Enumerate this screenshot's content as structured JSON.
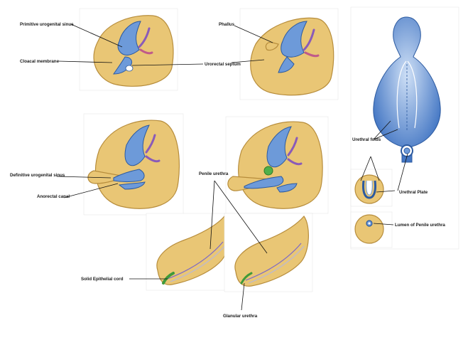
{
  "labels": {
    "primitive_urogenital_sinus": "Primitive urogenital sinus",
    "cloacal_membrane": "Cloacal membrane",
    "phallus": "Phallus",
    "urorectal_septum": "Urorectal septum",
    "definitive_urogenital_sinus": "Definitive urogenital sinus",
    "anorectal_canal": "Anorectal canal",
    "penile_urethra": "Penile urethra",
    "urethral_folds": "Urethral folds",
    "urethral_plate": "Urethral Plate",
    "lumen_of_penile_urethra": "Lumen of Penile urethra",
    "solid_epithelial_cord": "Solid Epithelial cord",
    "glanular_urethra": "Glanular urethra"
  },
  "colors": {
    "tissue": "#e9c675",
    "tissue_edge": "#b78d3c",
    "endoderm_blue": "#6d9ad9",
    "duct_purple": "#8a5bb8",
    "epithelial_green": "#3f9a3a"
  }
}
